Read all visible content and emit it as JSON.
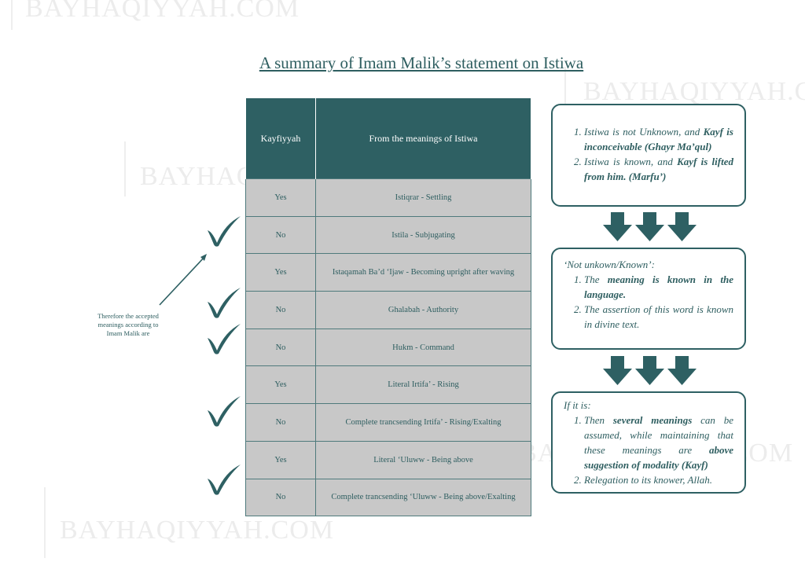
{
  "watermark": "BAYHAQIYYAH.COM",
  "title": "A summary of Imam Malik’s statement on Istiwa",
  "table": {
    "headers": [
      "Kayfiyyah",
      "From the meanings of Istiwa"
    ],
    "rows": [
      {
        "kayfiyyah": "Yes",
        "meaning": "Istiqrar - Settling",
        "accepted": false
      },
      {
        "kayfiyyah": "No",
        "meaning": "Istila - Subjugating",
        "accepted": true
      },
      {
        "kayfiyyah": "Yes",
        "meaning": "Istaqamah Ba’d ‘Ijaw - Becoming upright after waving",
        "accepted": false
      },
      {
        "kayfiyyah": "No",
        "meaning": "Ghalabah - Authority",
        "accepted": true
      },
      {
        "kayfiyyah": "No",
        "meaning": "Hukm - Command",
        "accepted": true
      },
      {
        "kayfiyyah": "Yes",
        "meaning": "Literal Irtifa’ - Rising",
        "accepted": false
      },
      {
        "kayfiyyah": "No",
        "meaning": "Complete trancsending Irtifa’ - Rising/Exalting",
        "accepted": true
      },
      {
        "kayfiyyah": "Yes",
        "meaning": "Literal ‘Uluww - Being above",
        "accepted": false
      },
      {
        "kayfiyyah": "No",
        "meaning": "Complete trancsending ‘Uluww - Being above/Exalting",
        "accepted": true
      }
    ]
  },
  "note": "Therefore the accepted meanings according to Imam Malik are",
  "box1": {
    "i1a": "Istiwa is not Unknown, and ",
    "i1b": "Kayf is inconceivable (Ghayr Ma’qul)",
    "i2a": "Istiwa is known, and ",
    "i2b": "Kayf is lifted from him. (Marfu’)"
  },
  "box2": {
    "head": "‘Not unkown/Known’:",
    "i1a": "The ",
    "i1b": "meaning is known in the language.",
    "i2": "The assertion of this word is known in divine text."
  },
  "box3": {
    "head": "If it is:",
    "i1a": "Then ",
    "i1b": "several meanings",
    "i1c": " can be assumed, while maintaining that these meanings are ",
    "i1d": "above suggestion of modality (Kayf)",
    "i2": "Relegation to its knower, Allah."
  },
  "colors": {
    "accent": "#2e6063",
    "cell": "#c8c8c8"
  }
}
